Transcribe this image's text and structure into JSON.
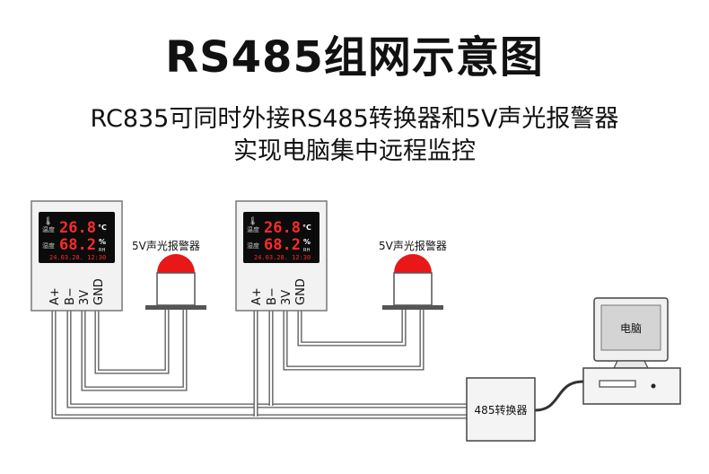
{
  "title": "RS485组网示意图",
  "subtitle_line1": "RC835可同时外接RS485转换器和5V声光报警器",
  "subtitle_line2": "实现电脑集中远程监控",
  "device": {
    "temp_label": "温度",
    "humid_label": "湿度",
    "temp_value": "26.8",
    "humid_value": "68.2",
    "temp_unit": "°C",
    "humid_unit": "%",
    "rh_label": "RH",
    "date_time": "24.03.28. 12:30",
    "terminals": [
      "A+",
      "B−",
      "3V",
      "GND"
    ]
  },
  "alarm_label": "5V声光报警器",
  "converter_label": "485转换器",
  "computer_label": "电脑",
  "colors": {
    "display_bg": "#0b0b0b",
    "digit_red": "#ff2a2a",
    "lamp_red": "#e81818",
    "wire": "#555555"
  }
}
